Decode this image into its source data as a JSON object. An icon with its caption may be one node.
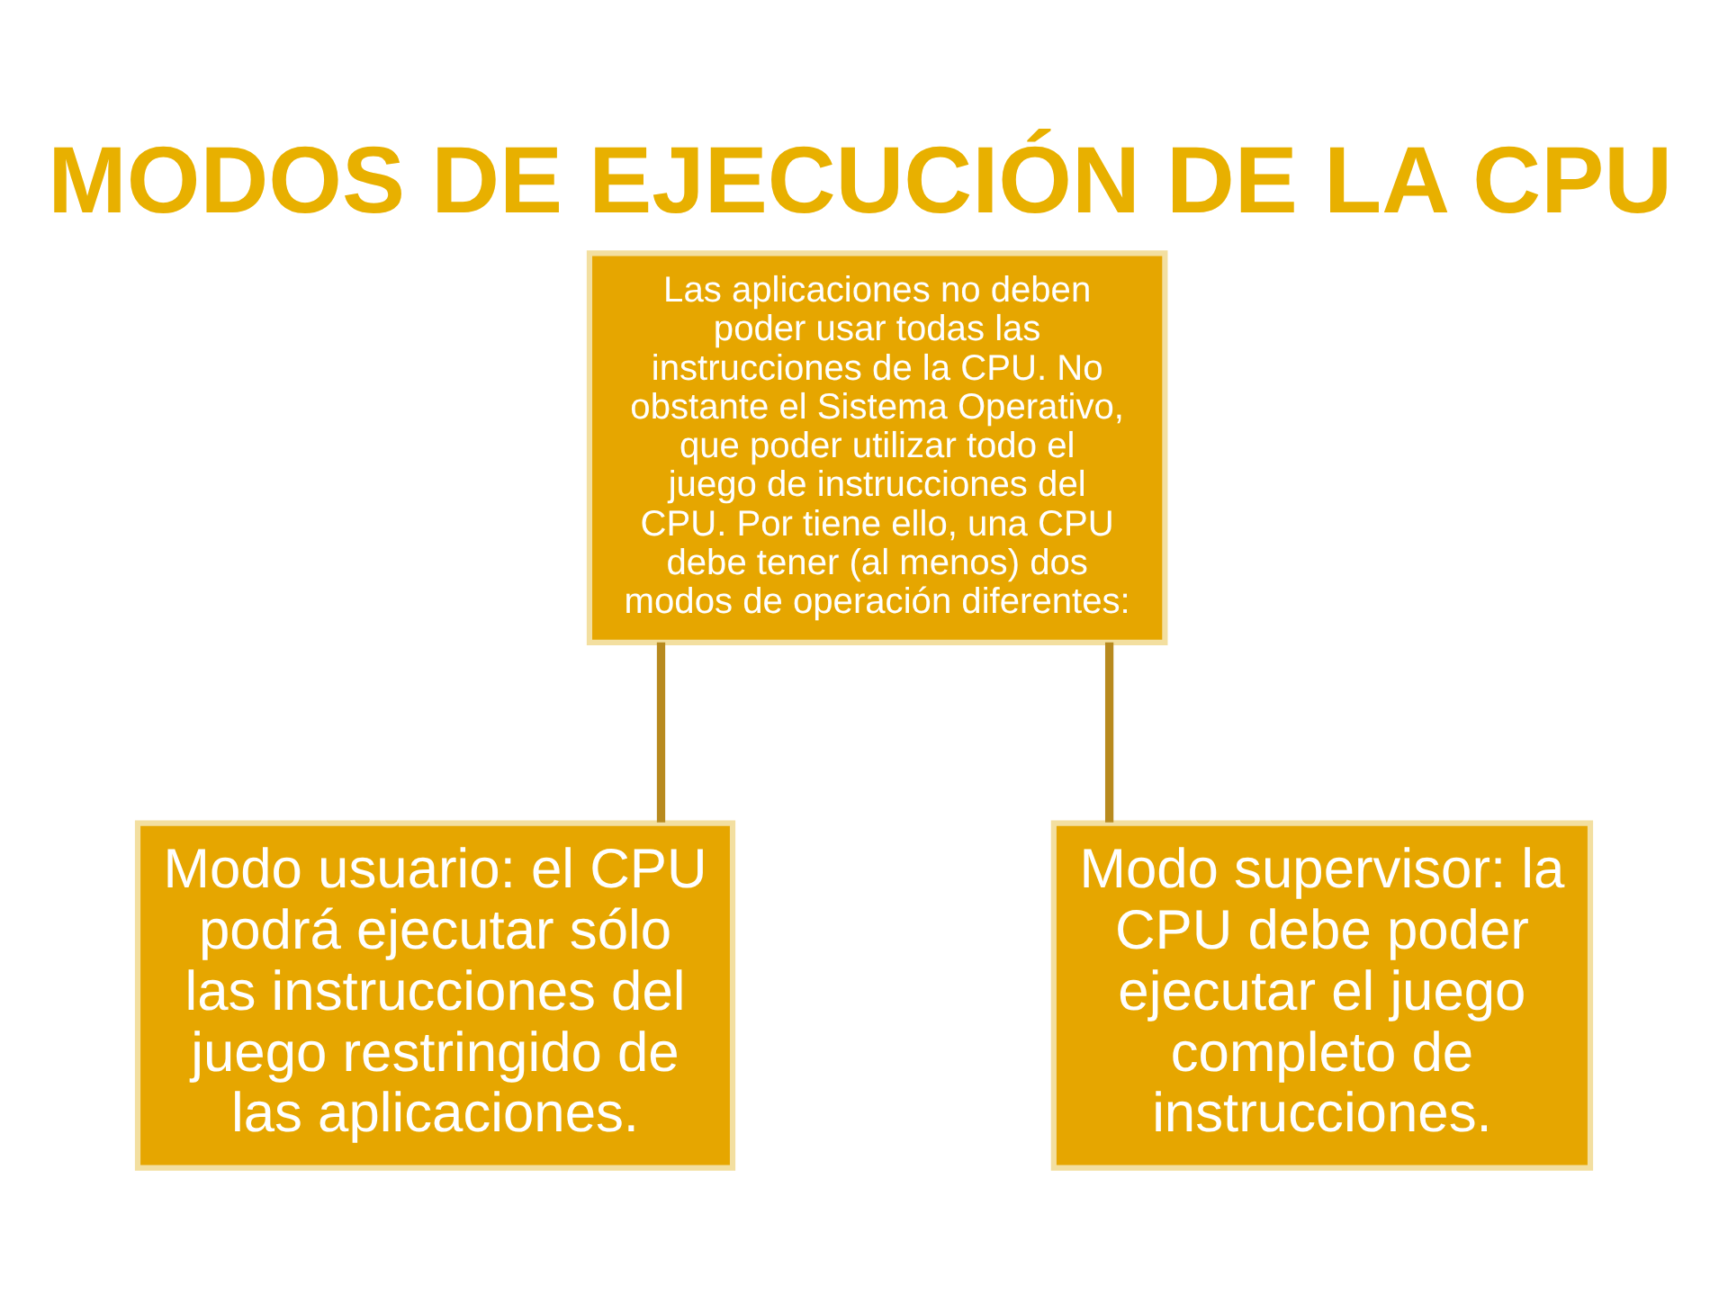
{
  "diagram": {
    "title": "MODOS DE EJECUCIÓN DE LA CPU",
    "nodes": [
      {
        "text": [
          "Las aplicaciones no deben poder usar todas las instrucciones de la CPU. No obstante el Sistema Operativo, que poder utilizar todo el juego de instrucciones del CPU. Por tiene ello, una CPU debe tener (al menos) dos modos de operación diferentes:"
        ]
      },
      {
        "text": [
          "Modo usuario: el CPU podrá ejecutar sólo las instrucciones del juego restringido de las aplicaciones."
        ]
      },
      {
        "text": [
          "Modo supervisor: la CPU debe poder ejecutar el juego completo de instrucciones."
        ]
      }
    ],
    "edges": [
      {
        "from": 0,
        "to": 1,
        "arrow": "none"
      },
      {
        "from": 0,
        "to": 2,
        "arrow": "none"
      }
    ]
  }
}
